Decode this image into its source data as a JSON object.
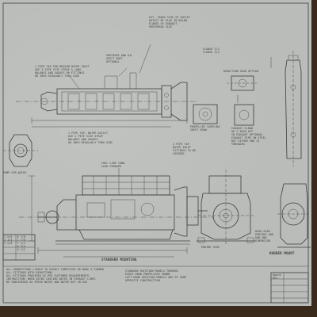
{
  "notes": {
    "water_pump_note": "1 PIPE TAP FOR MEDIUM WATER INLET\nUSE 2 PIPE SIZE STRAP & LONG\nBALANCE AND GAUGES OR FITTINGS\nOR INFO REGULARLY THRU SIDE",
    "pressure_gauge_note": "PRESSURE AND OIL\nSPECT UNIT\nOPTIONAL",
    "exhaust_note": "EXT. TANKS SIZE OF OUTLET\nOUTLET BY PLUG IN BELOW\nFLANGE OF EXHAUST\nPREFERRED SIZE",
    "flywheel_note": "1 PIPE TAP, WATER OUTLET\nUSE 2 PIPE SIZE STRAP\nBALANCE AND GAUGES\nOR INFO REGULARLY THRU SIDE",
    "propeller_note": "PROPELLER COUPLING\nSHEET DRAW",
    "reduction_note": "REDUCTION GEAR OPTION",
    "exhaust_elbow": "EXHAUST ELBOW\nOR 3 INCH OPT\nIN EXHAUST OPTIONAL\nEXHAUST PIPE IN STEEL\nBUT EITHER END IS\nTHREADED",
    "mount_note": "4 PIPE TAP\nWATER INLET\nFITTINGS TO BE\nCOVERED",
    "fuel_note": "FUEL LINE CONN\nLEAD FORWARD",
    "rear_note": "REAR GEAR\nPROVIDE AND\nRUN AND\nDIMENSION",
    "sheet_label": "STANDARD MOUNTING",
    "pump_label": "PUMP FOR WATER",
    "rubber_label": "RUBBER MOUNT",
    "bottom_note": "STANDARD ROTATION MODELS TURNING\nRIGHT HAND PROPELLERS SHOWN\nLEFT HAND ROTATION MODELS ARE OF SAME\nOPPOSITE CONSTRUCTION",
    "base_note": "ALL CONNECTIONS LIABLE TO EVENLY COMPLETED OR MADE & TURNED\nALL FITTINGS WITH REDUCTIONS\nALL FITTINGS PROVIDED AS PER CUSTOMER REQUIREMENTS\nINSTRUCTION: WHEN USING COOLING WATER IN EXHAUST LINES\nBE CONSIDERED AS FRESH WATER AND WATER HOT IN USE",
    "engine_side": "ENGINE SIDE",
    "flange_note": "FLANGE 1/2\nFLANGE 3/4"
  },
  "dimensions": {
    "table": "1 5/8   6 7/8\n2 1/4   1 7/8\n2 5/8   7 1/2\n        8 3/4\n        9 1/2"
  },
  "title_block": {
    "text": "Apprd\nDes"
  },
  "colors": {
    "paper": "#b9bcb8",
    "ink": "#3c3f3e",
    "backdrop": "#3a2a1c"
  }
}
